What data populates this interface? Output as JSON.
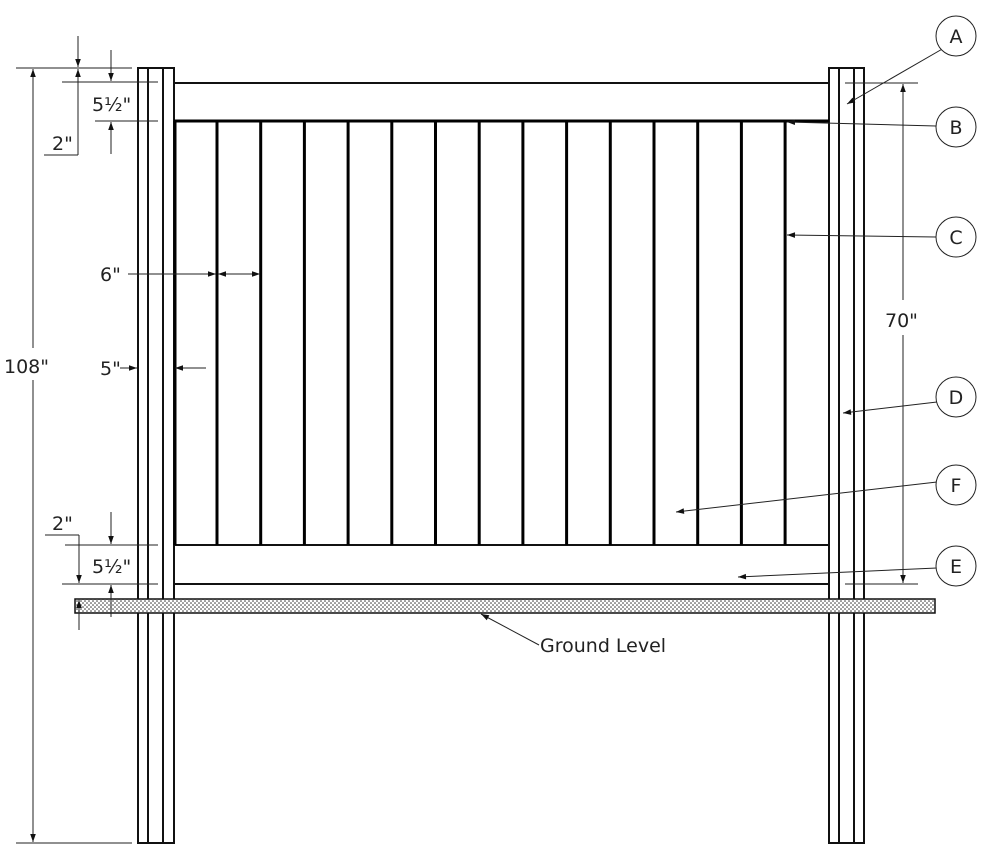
{
  "drawing": {
    "dimensions": {
      "overall_height": "108\"",
      "panel_height": "70\"",
      "top_rail_offset": "2\"",
      "top_rail_height": "5½\"",
      "bottom_rail_offset": "2\"",
      "bottom_rail_height": "5½\"",
      "picket_width": "6\"",
      "post_width": "5\""
    },
    "callouts": {
      "a": "A",
      "b": "B",
      "c": "C",
      "d": "D",
      "e": "E",
      "f": "F"
    },
    "ground_label": "Ground Level",
    "colors": {
      "line": "#000000",
      "background": "#ffffff"
    }
  }
}
